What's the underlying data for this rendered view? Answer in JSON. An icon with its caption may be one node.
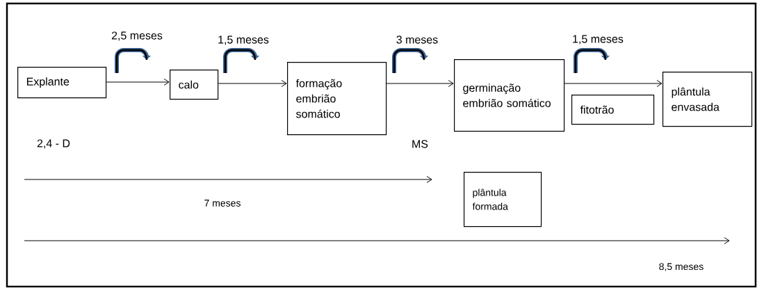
{
  "diagram": {
    "nodes": [
      {
        "text": [
          "Explante"
        ]
      },
      {
        "text": [
          "calo"
        ]
      },
      {
        "text": [
          "formação embrião somático"
        ]
      },
      {
        "text": [
          "germinação embrião somático"
        ]
      },
      {
        "text": [
          "fitotrão"
        ]
      },
      {
        "text": [
          "plântula envasada"
        ]
      },
      {
        "text": [
          "plântula formada"
        ]
      }
    ],
    "edges": [
      {
        "from": 0,
        "to": 1,
        "arrow": "to",
        "label": "2,5 meses"
      },
      {
        "from": 1,
        "to": 2,
        "arrow": "to",
        "label": "1,5 meses"
      },
      {
        "from": 2,
        "to": 3,
        "arrow": "to",
        "label": "3 meses"
      },
      {
        "from": 3,
        "to": 5,
        "arrow": "to",
        "label": "1,5 meses"
      },
      {
        "from": null,
        "to": 6,
        "arrow": "to",
        "label": "7 meses"
      }
    ],
    "labels": [
      "2,4 - D",
      "MS",
      "8,5 meses"
    ]
  }
}
